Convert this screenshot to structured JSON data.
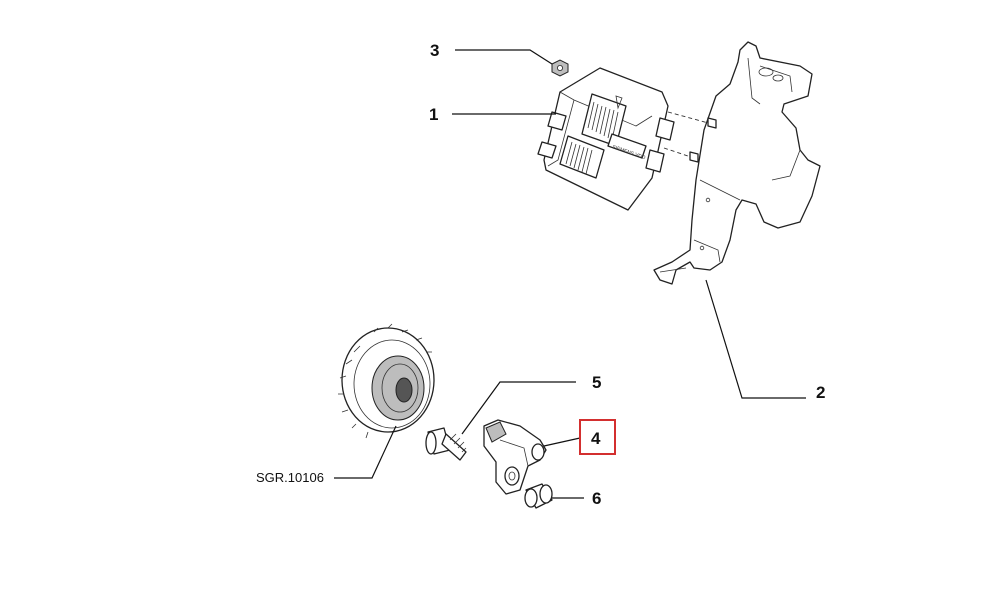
{
  "callouts": {
    "c1": "1",
    "c2": "2",
    "c3": "3",
    "c4": "4",
    "c5": "5",
    "c6": "6"
  },
  "reference_label": "SGR.10106",
  "ecu_brand_text": "SIEMENS VDO",
  "highlight_color": "#d32f2f"
}
